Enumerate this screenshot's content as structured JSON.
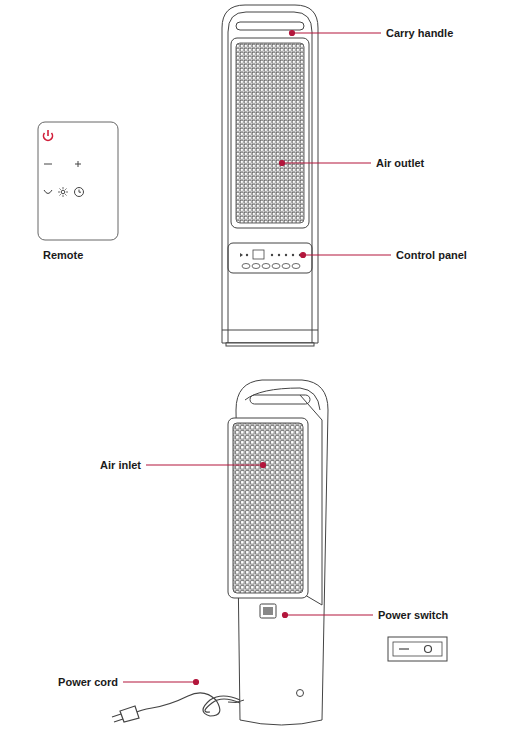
{
  "diagram": {
    "labels": [
      "Carry handle",
      "Air outlet",
      "Control panel",
      "Remote",
      "Air inlet",
      "Power switch",
      "Power cord"
    ]
  }
}
